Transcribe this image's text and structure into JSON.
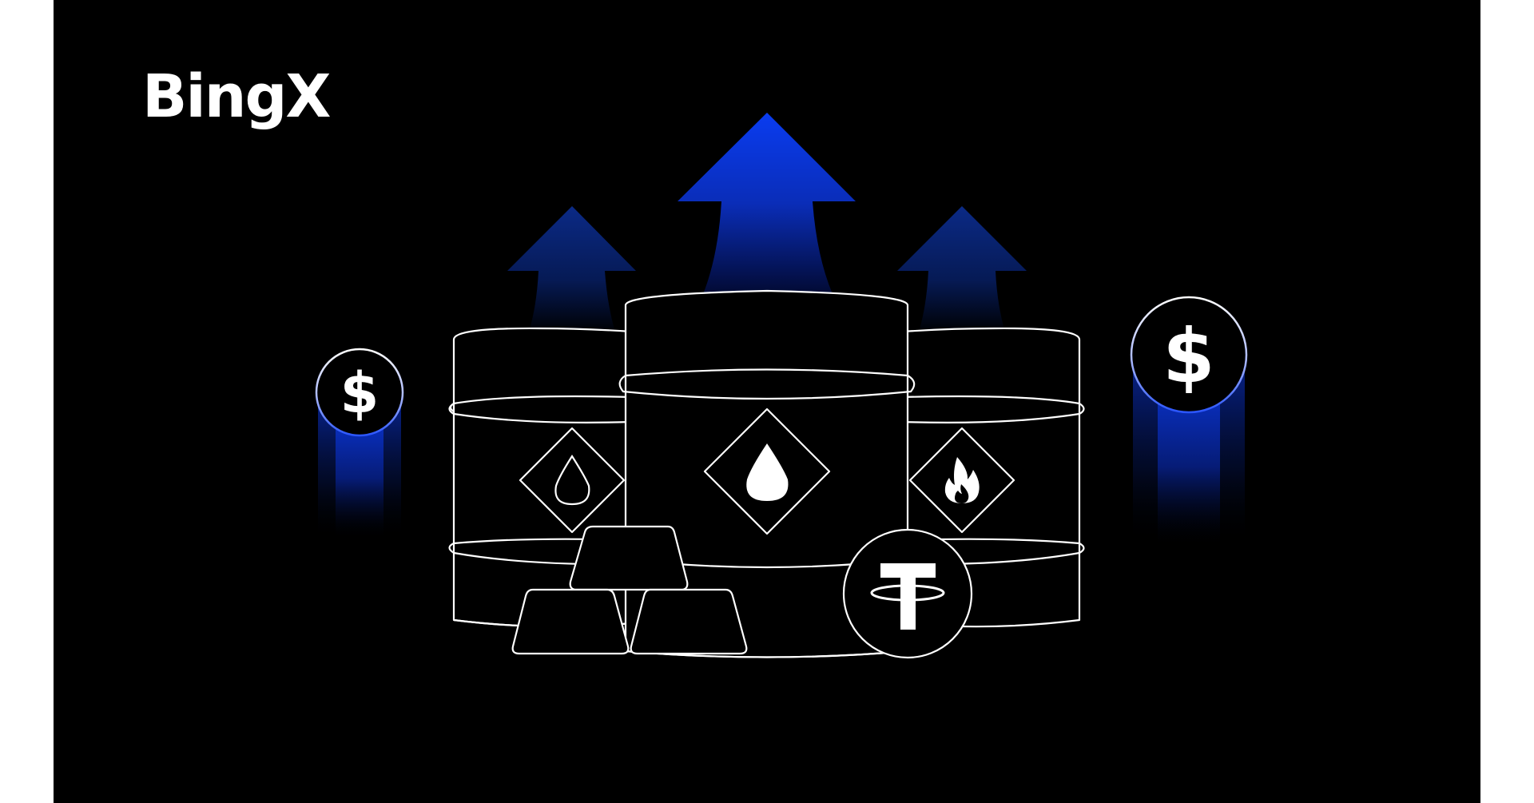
{
  "brand": {
    "logo_text": "BingX",
    "accent_color": "#0a3cf0",
    "background_color": "#000000",
    "margin_color": "#ffffff",
    "line_color": "#ffffff"
  },
  "illustration": {
    "arrows": [
      {
        "name": "left-arrow",
        "color_top": "#0b2a86",
        "color_bottom": "#000000"
      },
      {
        "name": "center-arrow",
        "color_top": "#0a3cf0",
        "color_bottom": "#00082a"
      },
      {
        "name": "right-arrow",
        "color_top": "#0b2a86",
        "color_bottom": "#000000"
      }
    ],
    "barrels": [
      {
        "name": "left-barrel",
        "hazard_icon": "droplet-outline-icon"
      },
      {
        "name": "center-barrel",
        "hazard_icon": "droplet-filled-icon"
      },
      {
        "name": "right-barrel",
        "hazard_icon": "flame-icon"
      }
    ],
    "coins": [
      {
        "name": "left-dollar-coin",
        "symbol": "$"
      },
      {
        "name": "right-dollar-coin",
        "symbol": "$"
      },
      {
        "name": "tether-coin",
        "symbol": "T"
      }
    ],
    "gold_bars_count": 3
  }
}
